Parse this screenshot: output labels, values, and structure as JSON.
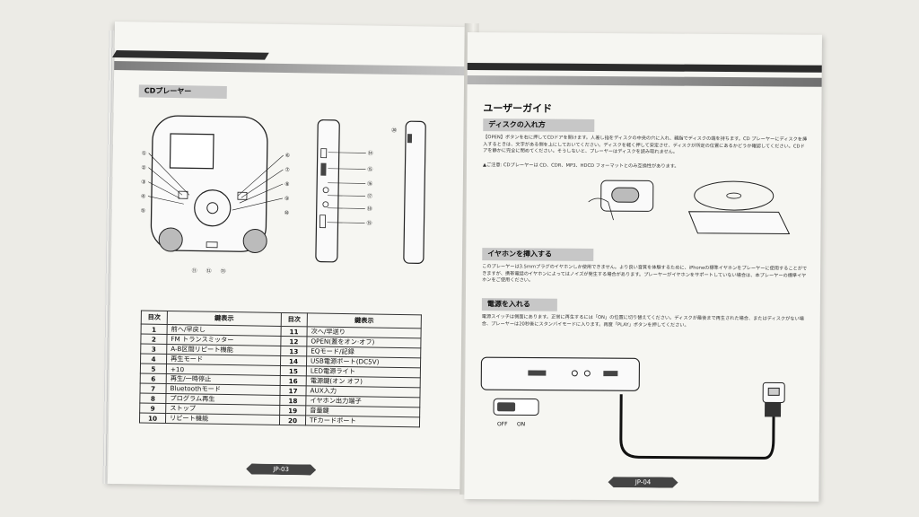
{
  "left_page": {
    "section_cd": "CDプレーヤー",
    "diagram_numbers": [
      "①",
      "②",
      "③",
      "④",
      "⑤",
      "⑥",
      "⑦",
      "⑧",
      "⑨",
      "⑩",
      "⑪",
      "⑫",
      "⑬",
      "⑭",
      "⑮",
      "⑯",
      "⑰",
      "⑱",
      "⑲",
      "⑳"
    ],
    "table": {
      "header_no": "目次",
      "header_label": "鍵表示",
      "left_rows": [
        {
          "no": "1",
          "label": "前へ/早戻し"
        },
        {
          "no": "2",
          "label": "FM トランスミッター"
        },
        {
          "no": "3",
          "label": "A-B区間リピート機能"
        },
        {
          "no": "4",
          "label": "再生モード"
        },
        {
          "no": "5",
          "label": "+10"
        },
        {
          "no": "6",
          "label": "再生/一時停止"
        },
        {
          "no": "7",
          "label": "Bluetoothモード"
        },
        {
          "no": "8",
          "label": "プログラム再生"
        },
        {
          "no": "9",
          "label": "ストップ"
        },
        {
          "no": "10",
          "label": "リピート機能"
        }
      ],
      "right_rows": [
        {
          "no": "11",
          "label": "次へ/早送り"
        },
        {
          "no": "12",
          "label": "OPEN(蓋をオン·オフ)"
        },
        {
          "no": "13",
          "label": "EQモード/記録"
        },
        {
          "no": "14",
          "label": "USB電源ポート(DC5V)"
        },
        {
          "no": "15",
          "label": "LED電源ライト"
        },
        {
          "no": "16",
          "label": "電源鍵(オン オフ)"
        },
        {
          "no": "17",
          "label": "AUX入力"
        },
        {
          "no": "18",
          "label": "イヤホン出力端子"
        },
        {
          "no": "19",
          "label": "音量鍵"
        },
        {
          "no": "20",
          "label": "TFカードポート"
        }
      ]
    },
    "page_label": "JP-03"
  },
  "right_page": {
    "title": "ユーザーガイド",
    "section_disc": "ディスクの入れ方",
    "disc_text": "【OPEN】ボタンを右に押してCDドアを開けます。人差し指をディスクの中央の穴に入れ、親指でディスクの端を持ちます。CD プレーヤーにディスクを挿入するときは、文字がある側を上にしておいてください。ディスクを軽く押して安定させ、ディスクが所定の位置にあるかどうか確認してください。CDドアを静かに完全に閉めてください。そうしないと、プレーヤーはディスクを読み取れません。",
    "disc_note": "▲ご注意: CDプレーヤーは CD、CDR、MP3、HDCD フォーマットとのみ互換性があります。",
    "section_earphone": "イヤホンを挿入する",
    "earphone_text": "このプレーヤーは3.5mmプラグのイヤホンしか使用できません。より良い音質を体験するために、iPhoneの標準イヤホンをプレーヤーに使用することができますが、携帯電話のイヤホンによってはノイズが発生する場合があります。プレーヤーがイヤホンをサポートしていない場合は、本プレーヤーの標準イヤホンをご使用ください。",
    "section_power": "電源を入れる",
    "power_text": "電源スイッチは側面にあります。正常に再生するには「ON」の位置に切り替えてください。ディスクが最後まで再生された場合、またはディスクがない場合、プレーヤーは20秒後にスタンバイモードに入ります。再度「PLAY」ボタンを押してください。",
    "switch_off": "OFF",
    "switch_on": "ON",
    "page_label": "JP-04"
  }
}
